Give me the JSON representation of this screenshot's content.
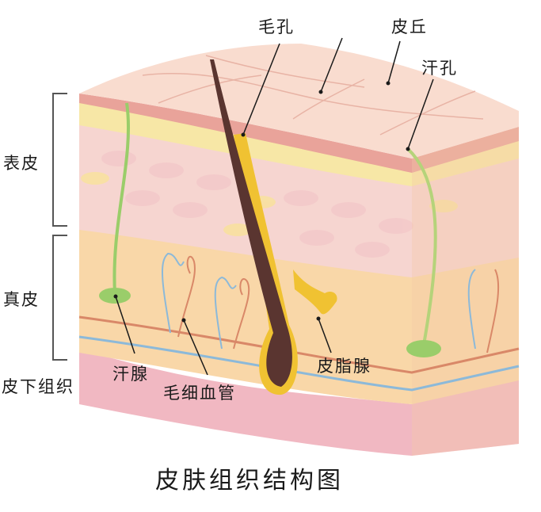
{
  "title": "皮肤组织结构图",
  "layer_labels": {
    "epidermis": "表皮",
    "dermis": "真皮",
    "subcutaneous": "皮下组织"
  },
  "callouts": {
    "hair_pore": "毛孔",
    "skin_ridge": "皮丘",
    "sweat_pore": "汗孔",
    "sweat_gland": "汗腺",
    "capillary": "毛细血管",
    "sebaceous_gland": "皮脂腺"
  },
  "colors": {
    "surface": "#f8d3c3",
    "stratum_red": "#e89a92",
    "stratum_yellow": "#f7e7a6",
    "epidermis_cells": "#f6d5d0",
    "dermis": "#f9d7a8",
    "subcutaneous": "#f1b8c2",
    "hair_shaft": "#5a3530",
    "follicle": "#f0c232",
    "sweat_gland": "#9acd6a",
    "artery": "#d98868",
    "vein": "#8cb9d9"
  }
}
